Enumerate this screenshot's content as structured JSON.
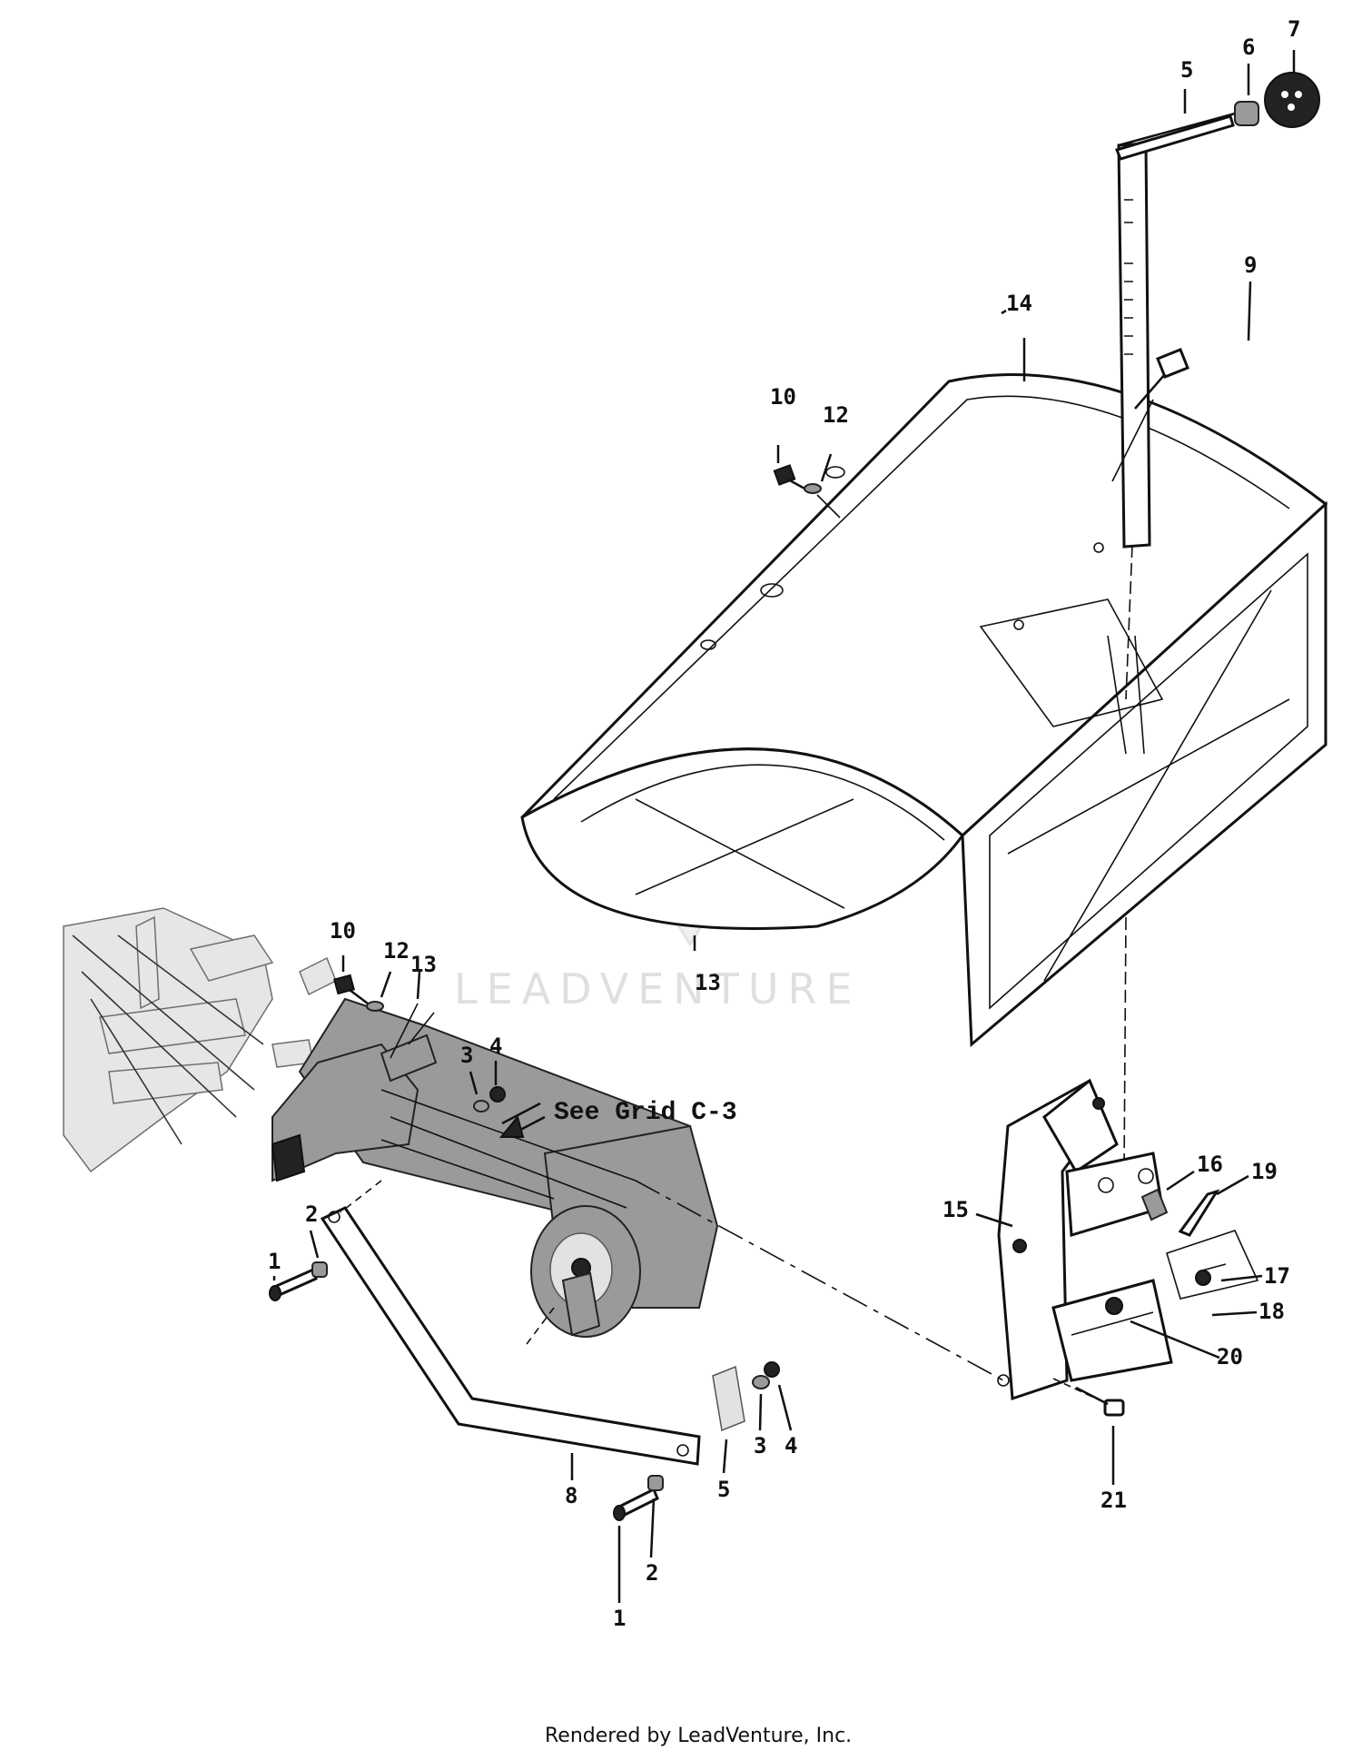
{
  "diagram": {
    "callouts": {
      "c_shield_14": "14",
      "c_shield_13": "13",
      "c_lever_5": "5",
      "c_lever_6": "6",
      "c_knob_7": "7",
      "c_bolt_9": "9",
      "c_top_10": "10",
      "c_top_12": "12",
      "c_mid_10": "10",
      "c_mid_12": "12",
      "c_mid_13": "13",
      "c_mid_3": "3",
      "c_mid_4": "4",
      "c_left_1": "1",
      "c_left_2": "2",
      "c_bot_1": "1",
      "c_bot_2": "2",
      "c_bot_8": "8",
      "c_bot_5": "5",
      "c_bot_3": "3",
      "c_bot_4": "4",
      "c_br_15": "15",
      "c_br_16": "16",
      "c_br_19": "19",
      "c_br_17": "17",
      "c_br_18": "18",
      "c_br_20": "20",
      "c_br_21": "21"
    },
    "see_grid": "See Grid C-3",
    "watermark": "LEADVENTURE",
    "footer": "Rendered by LeadVenture, Inc."
  }
}
